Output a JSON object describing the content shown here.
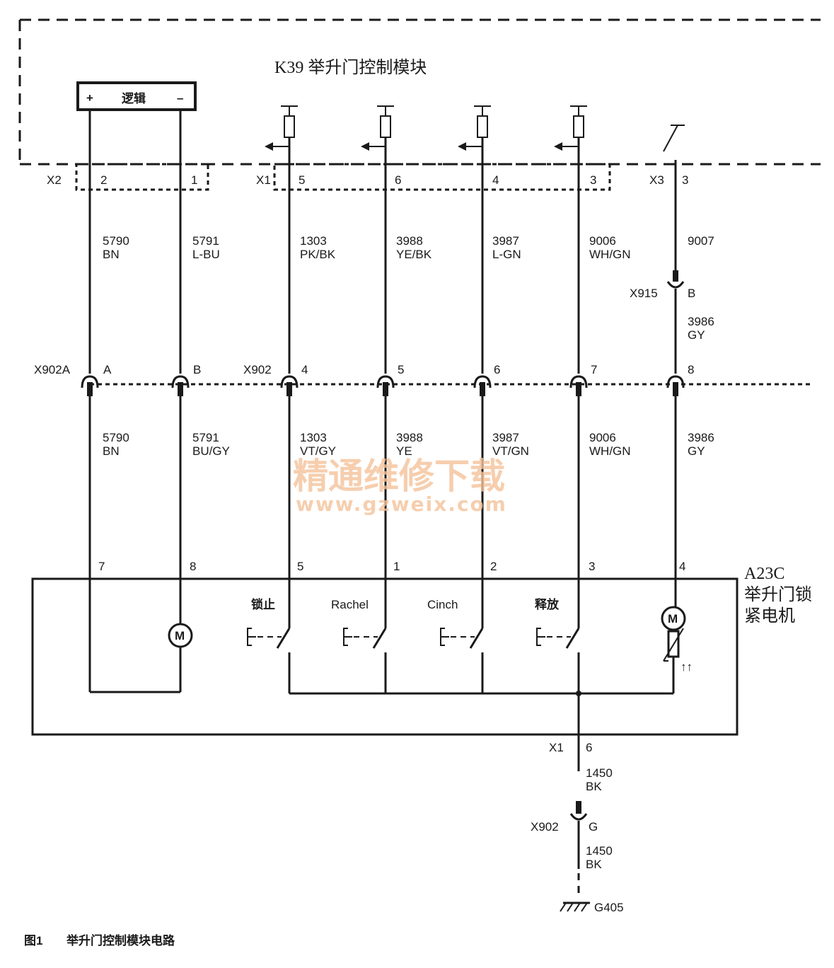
{
  "module": {
    "title": "K39 举升门控制模块",
    "logic_label": "逻辑",
    "logic_plus": "+",
    "logic_minus": "–"
  },
  "connectors_top": {
    "x2": "X2",
    "x2_pins": [
      "2",
      "1"
    ],
    "x1": "X1",
    "x1_pins": [
      "5",
      "6",
      "4",
      "3"
    ],
    "x3": "X3",
    "x3_pin": "3"
  },
  "wires_upper": [
    {
      "num": "5790",
      "color": "BN"
    },
    {
      "num": "5791",
      "color": "L-BU"
    },
    {
      "num": "1303",
      "color": "PK/BK"
    },
    {
      "num": "3988",
      "color": "YE/BK"
    },
    {
      "num": "3987",
      "color": "L-GN"
    },
    {
      "num": "9006",
      "color": "WH/GN"
    },
    {
      "num": "9007",
      "color": ""
    }
  ],
  "x915": {
    "name": "X915",
    "pin": "B",
    "wire_num": "3986",
    "wire_color": "GY"
  },
  "inline_connector": {
    "x902a": "X902A",
    "x902a_pins": [
      "A",
      "B"
    ],
    "x902": "X902",
    "x902_pins": [
      "4",
      "5",
      "6",
      "7",
      "8"
    ]
  },
  "wires_lower": [
    {
      "num": "5790",
      "color": "BN"
    },
    {
      "num": "5791",
      "color": "BU/GY"
    },
    {
      "num": "1303",
      "color": "VT/GY"
    },
    {
      "num": "3988",
      "color": "YE"
    },
    {
      "num": "3987",
      "color": "VT/GN"
    },
    {
      "num": "9006",
      "color": "WH/GN"
    },
    {
      "num": "3986",
      "color": "GY"
    }
  ],
  "watermark": {
    "line1": "精通维修下载",
    "line2": "www.gzweix.com"
  },
  "actuator": {
    "pins": [
      "7",
      "8",
      "5",
      "1",
      "2",
      "3",
      "4"
    ],
    "title_line1": "A23C",
    "title_line2": "举升门锁",
    "title_line3": "紧电机",
    "switches": [
      "锁止",
      "Rachel",
      "Cinch",
      "释放"
    ],
    "motor_symbol": "M"
  },
  "ground_path": {
    "x1": "X1",
    "x1_pin": "6",
    "wire1_num": "1450",
    "wire1_color": "BK",
    "x902": "X902",
    "x902_pin": "G",
    "wire2_num": "1450",
    "wire2_color": "BK",
    "ground": "G405"
  },
  "caption": {
    "fig": "图1",
    "text": "举升门控制模块电路"
  }
}
